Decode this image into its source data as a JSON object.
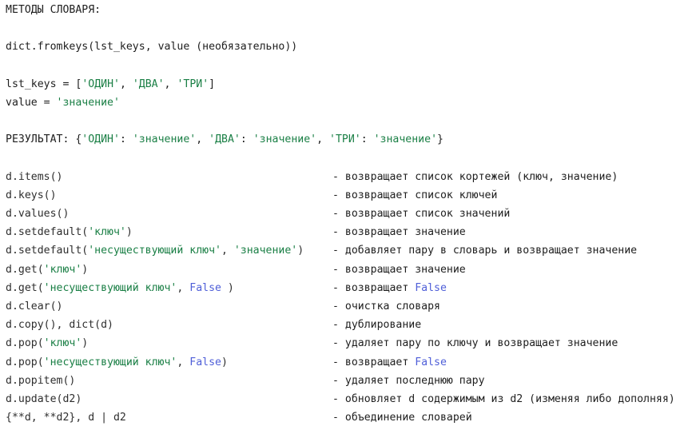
{
  "header": "МЕТОДЫ СЛОВАРЯ:",
  "fromkeys_sig": {
    "prefix": "dict.",
    "method": "fromkeys",
    "args": "(lst_keys, value (необязательно))"
  },
  "example": {
    "keys_name": "lst_keys",
    "eq": " = ",
    "keys_open": "[",
    "key1": "'ОДИН'",
    "key2": "'ДВА'",
    "key3": "'ТРИ'",
    "keys_close": "]",
    "value_name": "value",
    "value_str": "'значение'"
  },
  "result": {
    "label": "РЕЗУЛЬТАТ: ",
    "k1": "'ОДИН'",
    "k2": "'ДВА'",
    "k3": "'ТРИ'",
    "v": "'значение'"
  },
  "methods": [
    {
      "code": [
        {
          "t": "d.",
          "c": "m"
        },
        {
          "t": "items",
          "c": "m"
        },
        {
          "t": "()",
          "c": "m"
        }
      ],
      "desc": [
        {
          "t": "возвращает список кортежей (ключ, значение)"
        }
      ]
    },
    {
      "code": [
        {
          "t": "d.",
          "c": "m"
        },
        {
          "t": "keys",
          "c": "m"
        },
        {
          "t": "()",
          "c": "m"
        }
      ],
      "desc": [
        {
          "t": "возвращает список ключей"
        }
      ]
    },
    {
      "code": [
        {
          "t": "d.",
          "c": "m"
        },
        {
          "t": "values",
          "c": "m"
        },
        {
          "t": "()",
          "c": "m"
        }
      ],
      "desc": [
        {
          "t": "возвращает список значений"
        }
      ]
    },
    {
      "code": [
        {
          "t": "d.setdefault(",
          "c": "m"
        },
        {
          "t": "'ключ'",
          "c": "s"
        },
        {
          "t": ")",
          "c": "m"
        }
      ],
      "desc": [
        {
          "t": "возвращает значение"
        }
      ]
    },
    {
      "code": [
        {
          "t": "d.setdefault(",
          "c": "m"
        },
        {
          "t": "'несуществующий ключ'",
          "c": "s"
        },
        {
          "t": ", ",
          "c": "m"
        },
        {
          "t": "'значение'",
          "c": "s"
        },
        {
          "t": ")",
          "c": "m"
        }
      ],
      "desc": [
        {
          "t": "добавляет пару в словарь и возвращает значение"
        }
      ]
    },
    {
      "code": [
        {
          "t": "d.get(",
          "c": "m"
        },
        {
          "t": "'ключ'",
          "c": "s"
        },
        {
          "t": ")",
          "c": "m"
        }
      ],
      "desc": [
        {
          "t": "возвращает значение"
        }
      ]
    },
    {
      "code": [
        {
          "t": "d.get(",
          "c": "m"
        },
        {
          "t": "'несуществующий ключ'",
          "c": "s"
        },
        {
          "t": ", ",
          "c": "m"
        },
        {
          "t": "False",
          "c": "kw"
        },
        {
          "t": " )",
          "c": "m"
        }
      ],
      "desc": [
        {
          "t": "возвращает "
        },
        {
          "t": "False",
          "c": "kw"
        }
      ]
    },
    {
      "code": [
        {
          "t": "d.clear()",
          "c": "m"
        }
      ],
      "desc": [
        {
          "t": "очистка словаря"
        }
      ]
    },
    {
      "code": [
        {
          "t": "d.copy(), dict(d)",
          "c": "m"
        }
      ],
      "desc": [
        {
          "t": "дублирование"
        }
      ]
    },
    {
      "code": [
        {
          "t": "d.pop(",
          "c": "m"
        },
        {
          "t": "'ключ'",
          "c": "s"
        },
        {
          "t": ")",
          "c": "m"
        }
      ],
      "desc": [
        {
          "t": "удаляет пару по ключу и возвращает значение"
        }
      ]
    },
    {
      "code": [
        {
          "t": "d.pop(",
          "c": "m"
        },
        {
          "t": "'несуществующий ключ'",
          "c": "s"
        },
        {
          "t": ", ",
          "c": "m"
        },
        {
          "t": "False",
          "c": "kw"
        },
        {
          "t": ")",
          "c": "m"
        }
      ],
      "desc": [
        {
          "t": "возвращает "
        },
        {
          "t": "False",
          "c": "kw"
        }
      ]
    },
    {
      "code": [
        {
          "t": "d.popitem()",
          "c": "m"
        }
      ],
      "desc": [
        {
          "t": "удаляет последнюю пару"
        }
      ]
    },
    {
      "code": [
        {
          "t": "d.update(d2)",
          "c": "m"
        }
      ],
      "desc": [
        {
          "t": "обновляет d содержимым из d2 (изменяя либо дополняя)"
        }
      ]
    },
    {
      "code": [
        {
          "t": "{**d, **d2}, d | d2",
          "c": "m"
        }
      ],
      "desc": [
        {
          "t": "объединение словарей"
        }
      ]
    }
  ],
  "dash": "- ",
  "colors": {
    "text": "#1e1e1e",
    "string": "#1a7f45",
    "keyword": "#4f5fd8"
  }
}
